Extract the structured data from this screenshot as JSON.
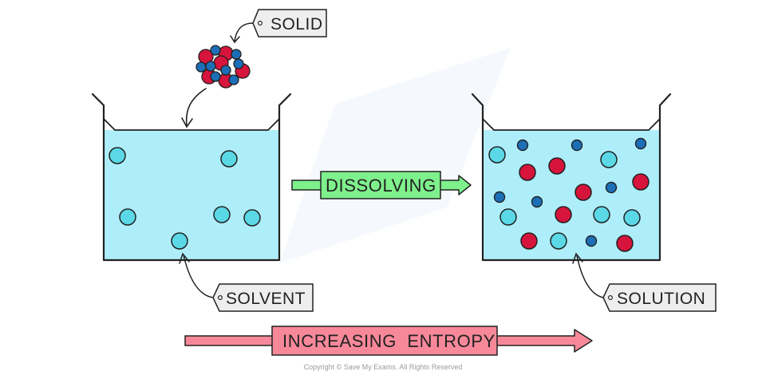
{
  "labels": {
    "solid": "SOLID",
    "solvent": "SOLVENT",
    "solution": "SOLUTION",
    "dissolving": "DISSOLVING",
    "entropy": "INCREASING  ENTROPY"
  },
  "copyright": "Copyright © Save My Exams. All Rights Reserved",
  "colors": {
    "water": "#aeeefa",
    "solvent_particle": "#5ad8e6",
    "red_ion": "#d6143c",
    "blue_ion": "#1c6fb6",
    "green_arrow": "#7ef08c",
    "pink_arrow": "#f7889a",
    "tag_fill": "#eeeeee"
  }
}
